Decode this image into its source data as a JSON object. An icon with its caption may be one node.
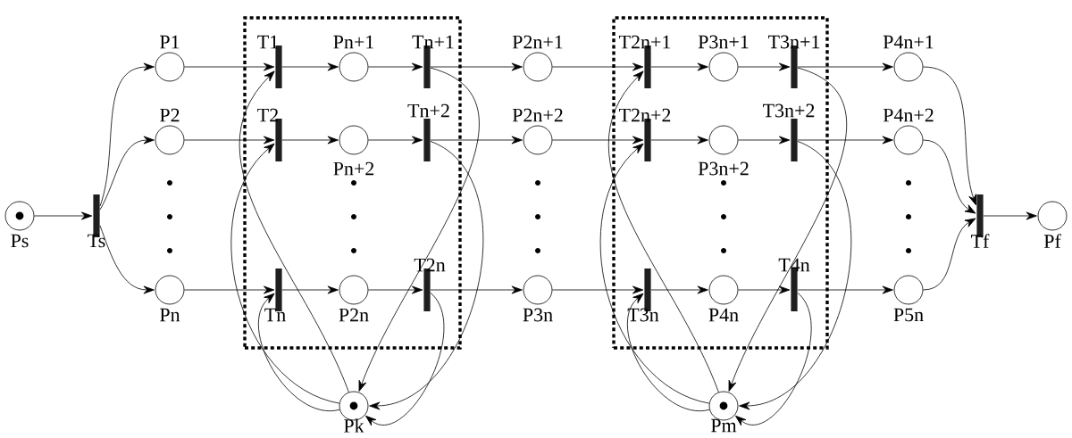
{
  "diagram": {
    "nodes": [
      {
        "text": [
          "Ps"
        ]
      },
      {
        "text": [
          "Ts"
        ]
      },
      {
        "text": [
          "P1"
        ]
      },
      {
        "text": [
          "P2"
        ]
      },
      {
        "text": [
          "Pn"
        ]
      },
      {
        "text": [],
        "shape": "box"
      },
      {
        "text": [
          "T1"
        ],
        "in": 5
      },
      {
        "text": [
          "T2"
        ],
        "in": 5
      },
      {
        "text": [
          "Tn"
        ],
        "in": 5
      },
      {
        "text": [
          "Pn+1"
        ],
        "in": 5
      },
      {
        "text": [
          "Pn+2"
        ],
        "in": 5
      },
      {
        "text": [
          "P2n"
        ],
        "in": 5
      },
      {
        "text": [
          "Tn+1"
        ],
        "in": 5
      },
      {
        "text": [
          "Tn+2"
        ],
        "in": 5
      },
      {
        "text": [
          "T2n"
        ],
        "in": 5
      },
      {
        "text": [
          "Pk"
        ]
      },
      {
        "text": [
          "P2n+1"
        ]
      },
      {
        "text": [
          "P2n+2"
        ]
      },
      {
        "text": [
          "P3n"
        ]
      },
      {
        "text": [],
        "shape": "box"
      },
      {
        "text": [
          "T2n+1"
        ],
        "in": 19
      },
      {
        "text": [
          "T2n+2"
        ],
        "in": 19
      },
      {
        "text": [
          "T3n"
        ],
        "in": 19
      },
      {
        "text": [
          "P3n+1"
        ],
        "in": 19
      },
      {
        "text": [
          "P3n+2"
        ],
        "in": 19
      },
      {
        "text": [
          "P4n"
        ],
        "in": 19
      },
      {
        "text": [
          "T3n+1"
        ],
        "in": 19
      },
      {
        "text": [
          "T3n+2"
        ],
        "in": 19
      },
      {
        "text": [
          "T4n"
        ],
        "in": 19
      },
      {
        "text": [
          "Pm"
        ]
      },
      {
        "text": [
          "P4n+1"
        ]
      },
      {
        "text": [
          "P4n+2"
        ]
      },
      {
        "text": [
          "P5n"
        ]
      },
      {
        "text": [
          "Tf"
        ]
      },
      {
        "text": [
          "Pf"
        ]
      }
    ],
    "edges": [
      {
        "from": 0,
        "to": 1,
        "arrow": "to"
      },
      {
        "from": 1,
        "to": 2,
        "arrow": "to"
      },
      {
        "from": 1,
        "to": 3,
        "arrow": "to"
      },
      {
        "from": 1,
        "to": 4,
        "arrow": "to"
      },
      {
        "from": 2,
        "to": 6,
        "arrow": "to"
      },
      {
        "from": 3,
        "to": 7,
        "arrow": "to"
      },
      {
        "from": 4,
        "to": 8,
        "arrow": "to"
      },
      {
        "from": 6,
        "to": 9,
        "arrow": "to"
      },
      {
        "from": 7,
        "to": 10,
        "arrow": "to"
      },
      {
        "from": 8,
        "to": 11,
        "arrow": "to"
      },
      {
        "from": 9,
        "to": 12,
        "arrow": "to"
      },
      {
        "from": 10,
        "to": 13,
        "arrow": "to"
      },
      {
        "from": 11,
        "to": 14,
        "arrow": "to"
      },
      {
        "from": 15,
        "to": 6,
        "arrow": "to"
      },
      {
        "from": 15,
        "to": 7,
        "arrow": "to"
      },
      {
        "from": 15,
        "to": 8,
        "arrow": "to"
      },
      {
        "from": 12,
        "to": 15,
        "arrow": "to"
      },
      {
        "from": 13,
        "to": 15,
        "arrow": "to"
      },
      {
        "from": 14,
        "to": 15,
        "arrow": "to"
      },
      {
        "from": 12,
        "to": 16,
        "arrow": "to"
      },
      {
        "from": 13,
        "to": 17,
        "arrow": "to"
      },
      {
        "from": 14,
        "to": 18,
        "arrow": "to"
      },
      {
        "from": 16,
        "to": 20,
        "arrow": "to"
      },
      {
        "from": 17,
        "to": 21,
        "arrow": "to"
      },
      {
        "from": 18,
        "to": 22,
        "arrow": "to"
      },
      {
        "from": 20,
        "to": 23,
        "arrow": "to"
      },
      {
        "from": 21,
        "to": 24,
        "arrow": "to"
      },
      {
        "from": 22,
        "to": 25,
        "arrow": "to"
      },
      {
        "from": 23,
        "to": 26,
        "arrow": "to"
      },
      {
        "from": 24,
        "to": 27,
        "arrow": "to"
      },
      {
        "from": 25,
        "to": 28,
        "arrow": "to"
      },
      {
        "from": 29,
        "to": 20,
        "arrow": "to"
      },
      {
        "from": 29,
        "to": 21,
        "arrow": "to"
      },
      {
        "from": 29,
        "to": 22,
        "arrow": "to"
      },
      {
        "from": 26,
        "to": 29,
        "arrow": "to"
      },
      {
        "from": 27,
        "to": 29,
        "arrow": "to"
      },
      {
        "from": 28,
        "to": 29,
        "arrow": "to"
      },
      {
        "from": 26,
        "to": 30,
        "arrow": "to"
      },
      {
        "from": 27,
        "to": 31,
        "arrow": "to"
      },
      {
        "from": 28,
        "to": 32,
        "arrow": "to"
      },
      {
        "from": 30,
        "to": 33,
        "arrow": "to"
      },
      {
        "from": 31,
        "to": 33,
        "arrow": "to"
      },
      {
        "from": 32,
        "to": 33,
        "arrow": "to"
      },
      {
        "from": 33,
        "to": 34,
        "arrow": "to"
      }
    ]
  }
}
